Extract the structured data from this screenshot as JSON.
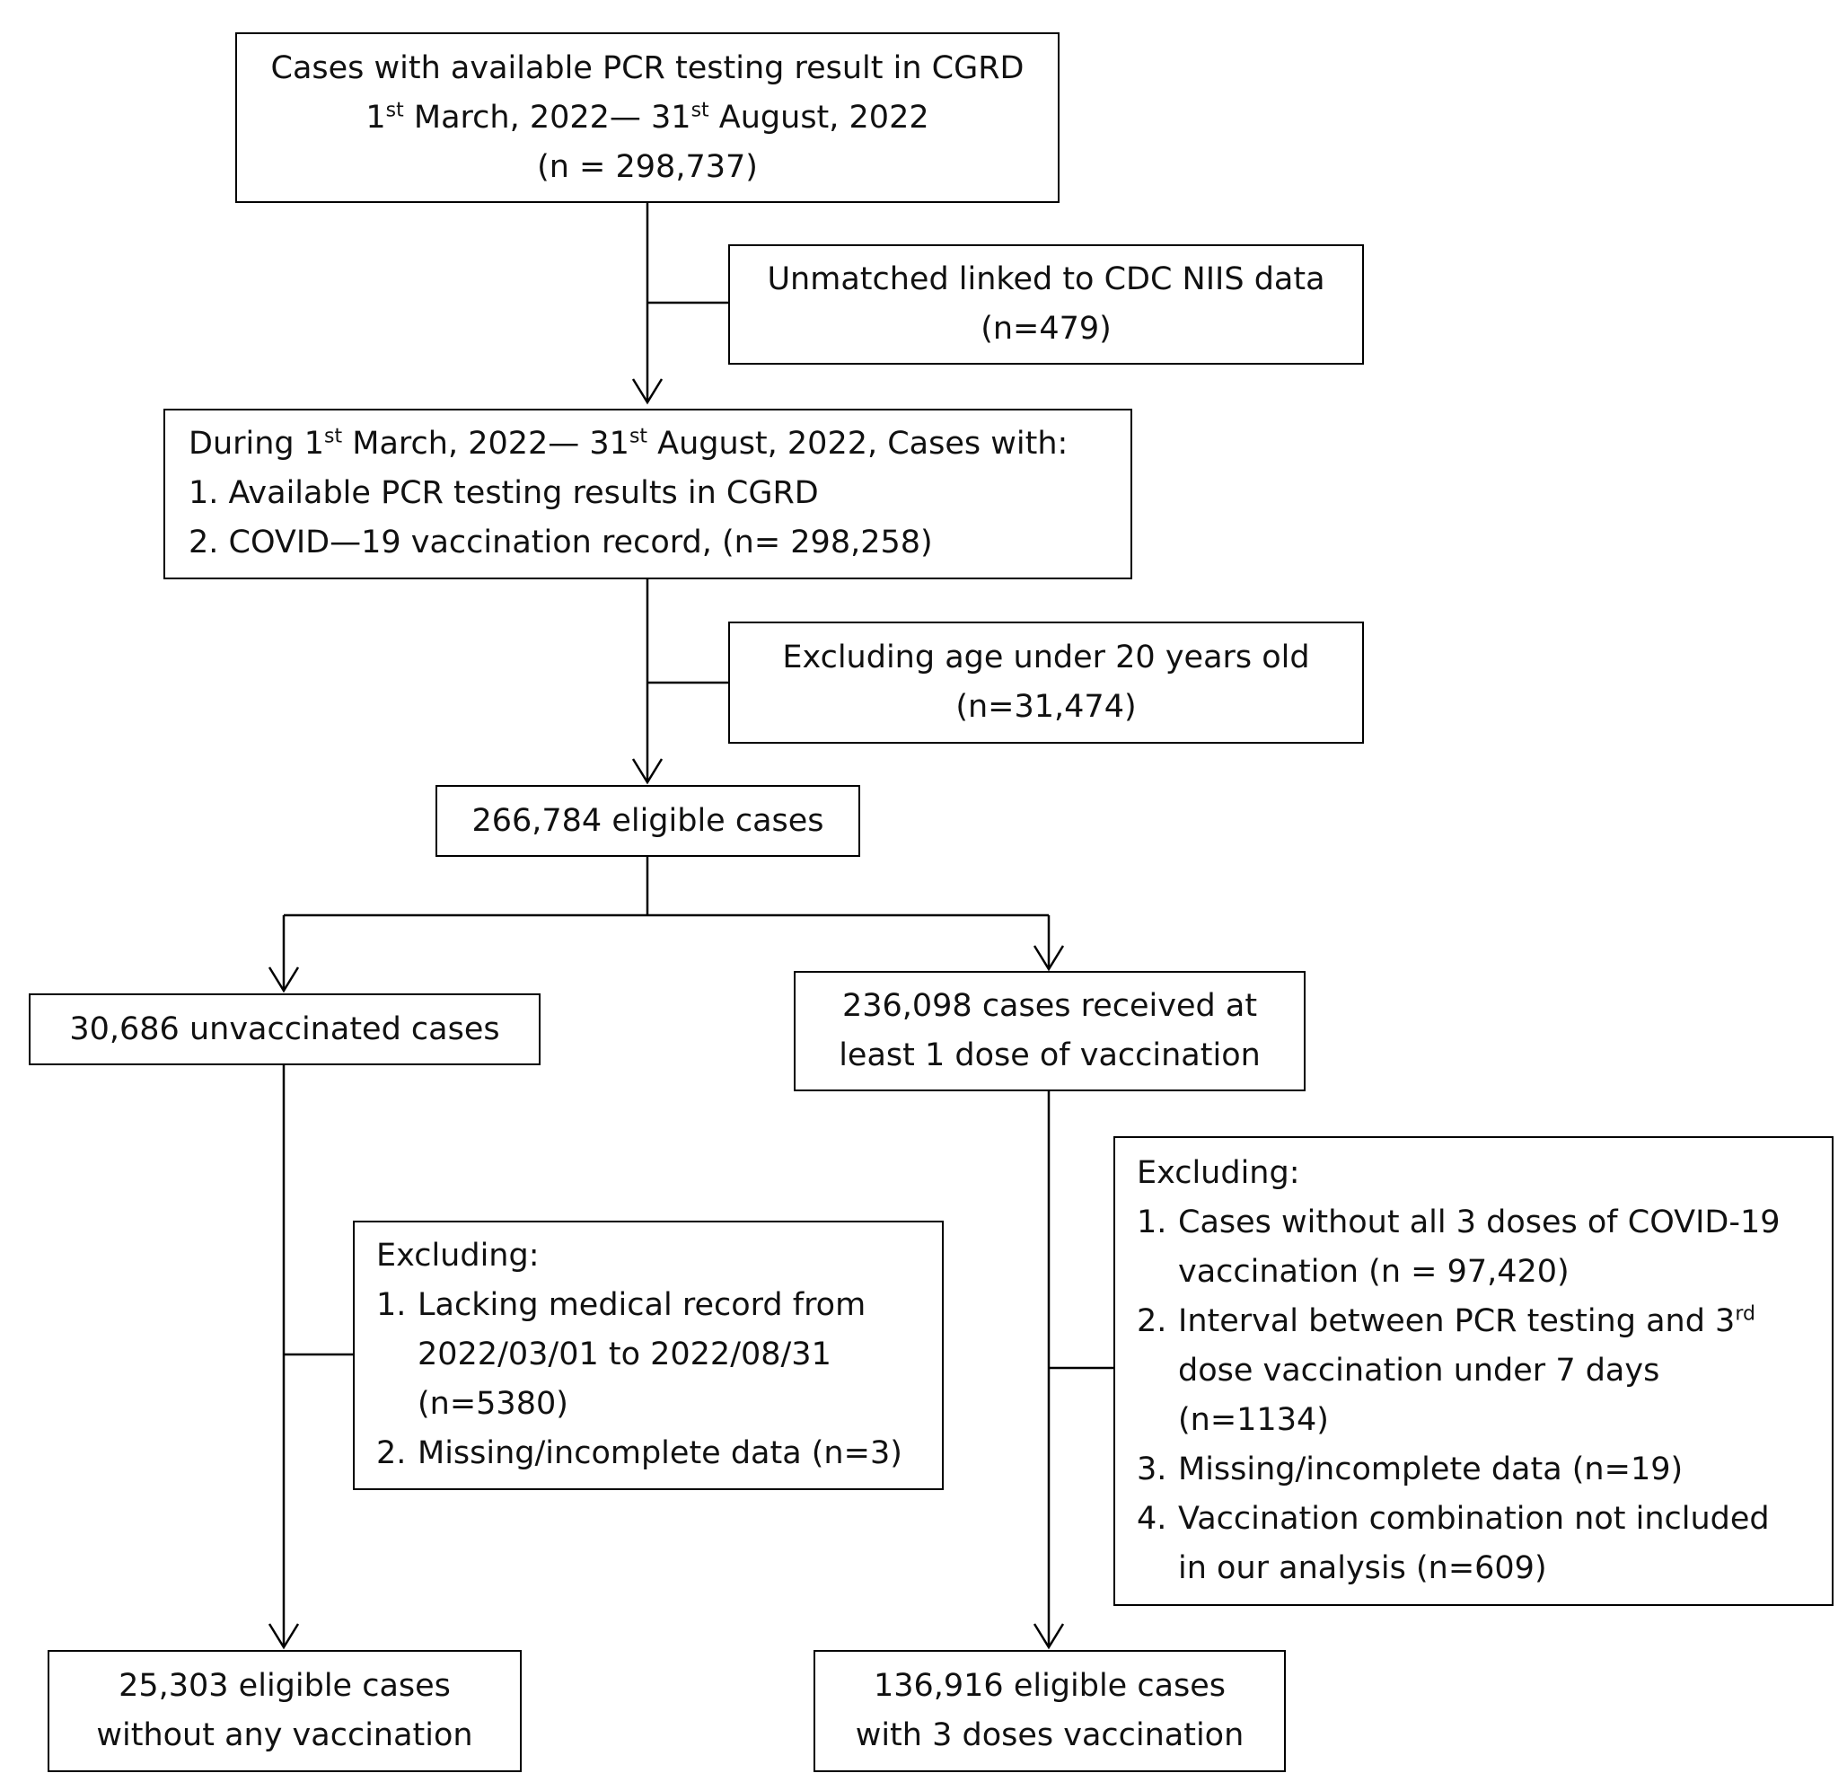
{
  "nodes": {
    "top": {
      "line1": "Cases with available PCR testing result in CGRD",
      "date_start_day": "1",
      "date_start_suffix": "st",
      "date_mid": " March, 2022— 31",
      "date_end_suffix": "st",
      "date_end": " August, 2022",
      "count": "(n = 298,737)"
    },
    "unmatched": {
      "line1": "Unmatched linked to CDC NIIS data",
      "line2": "(n=479)"
    },
    "during": {
      "intro_a": "During 1",
      "intro_sup1": "st",
      "intro_b": " March, 2022— 31",
      "intro_sup2": "st",
      "intro_c": " August, 2022, Cases with:",
      "item1": "1. Available PCR testing results in CGRD",
      "item2": "2. COVID—19 vaccination record, (n= 298,258)"
    },
    "exclude_age": {
      "line1": "Excluding age under 20 years old",
      "line2": "(n=31,474)"
    },
    "eligible": {
      "label": "266,784 eligible cases"
    },
    "unvaccinated": {
      "label": "30,686 unvaccinated cases"
    },
    "vaccinated": {
      "line1": "236,098 cases received at",
      "line2": "least 1 dose of vaccination"
    },
    "exclude_left": {
      "heading": "Excluding:",
      "items": [
        {
          "num": "1.",
          "lines": [
            "Lacking medical record from",
            "2022/03/01 to 2022/08/31",
            "(n=5380)"
          ]
        },
        {
          "num": "2.",
          "lines": [
            "Missing/incomplete data (n=3)"
          ]
        }
      ]
    },
    "exclude_right": {
      "heading": "Excluding:",
      "item1_num": "1.",
      "item1_line1": "Cases without all 3 doses of COVID-19",
      "item1_line2": "vaccination (n = 97,420)",
      "item2_num": "2.",
      "item2_line1": "Interval between PCR testing and 3",
      "item2_sup": "rd",
      "item2_line2": "dose vaccination under 7 days",
      "item2_line3": "(n=1134)",
      "item3_num": "3.",
      "item3_line1": "Missing/incomplete data (n=19)",
      "item4_num": "4.",
      "item4_line1": "Vaccination combination not included",
      "item4_line2": "in our analysis (n=609)"
    },
    "final_left": {
      "line1": "25,303 eligible cases",
      "line2": "without any vaccination"
    },
    "final_right": {
      "line1": "136,916 eligible cases",
      "line2": "with 3 doses vaccination"
    }
  }
}
